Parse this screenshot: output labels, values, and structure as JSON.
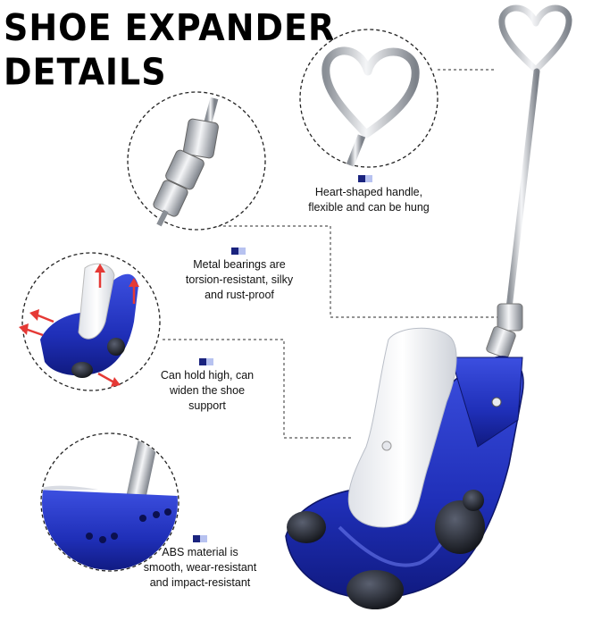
{
  "title": {
    "line1": "SHOE EXPANDER",
    "line2": "DETAILS"
  },
  "features": [
    {
      "id": "handle",
      "lines": [
        "Heart-shaped handle,",
        "flexible and can be hung"
      ]
    },
    {
      "id": "bearings",
      "lines": [
        "Metal bearings are",
        "torsion-resistant, silky",
        "and rust-proof"
      ]
    },
    {
      "id": "widen",
      "lines": [
        "Can hold high, can",
        "widen the shoe",
        "support"
      ]
    },
    {
      "id": "material",
      "lines": [
        "ABS material is",
        "smooth, wear-resistant",
        "and impact-resistant"
      ]
    }
  ],
  "colors": {
    "product_blue": "#1f2fb8",
    "marker_dark": "#1a237e",
    "marker_light": "#b7c2f0",
    "arrow_red": "#e53935",
    "metal": "#c8ccd2"
  }
}
